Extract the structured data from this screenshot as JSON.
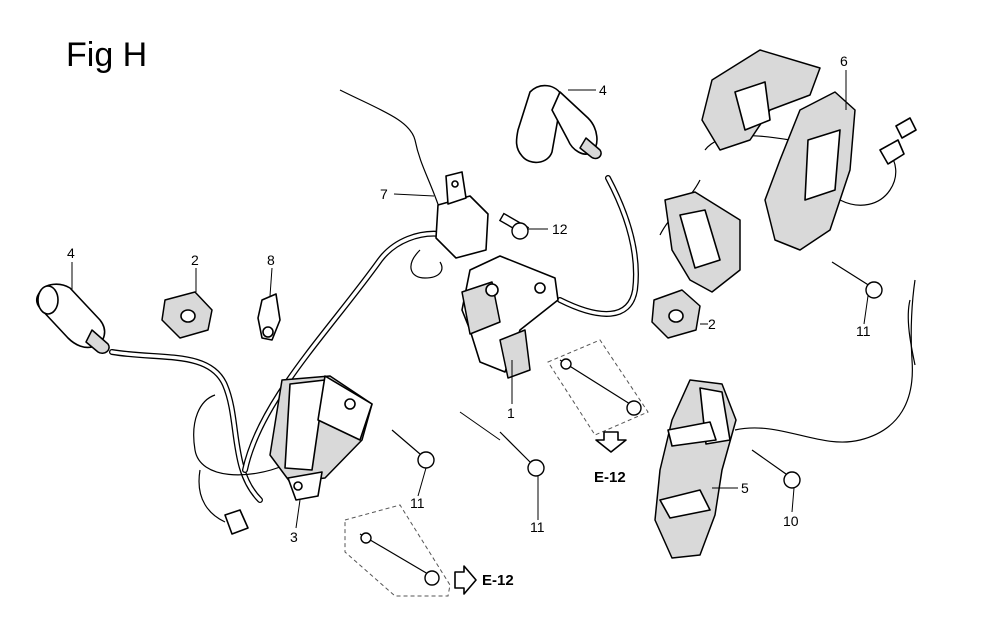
{
  "figure": {
    "title": "Fig H"
  },
  "callouts": [
    {
      "id": "c-4a",
      "text": "4"
    },
    {
      "id": "c-2a",
      "text": "2"
    },
    {
      "id": "c-8",
      "text": "8"
    },
    {
      "id": "c-7",
      "text": "7"
    },
    {
      "id": "c-12",
      "text": "12"
    },
    {
      "id": "c-4b",
      "text": "4"
    },
    {
      "id": "c-6",
      "text": "6"
    },
    {
      "id": "c-11a",
      "text": "11"
    },
    {
      "id": "c-2b",
      "text": "2"
    },
    {
      "id": "c-1",
      "text": "1"
    },
    {
      "id": "c-11b",
      "text": "11"
    },
    {
      "id": "c-11c",
      "text": "11"
    },
    {
      "id": "c-3",
      "text": "3"
    },
    {
      "id": "c-5",
      "text": "5"
    },
    {
      "id": "c-10",
      "text": "10"
    }
  ],
  "references": [
    {
      "id": "ref-a",
      "text": "E-12"
    },
    {
      "id": "ref-b",
      "text": "E-12"
    }
  ]
}
